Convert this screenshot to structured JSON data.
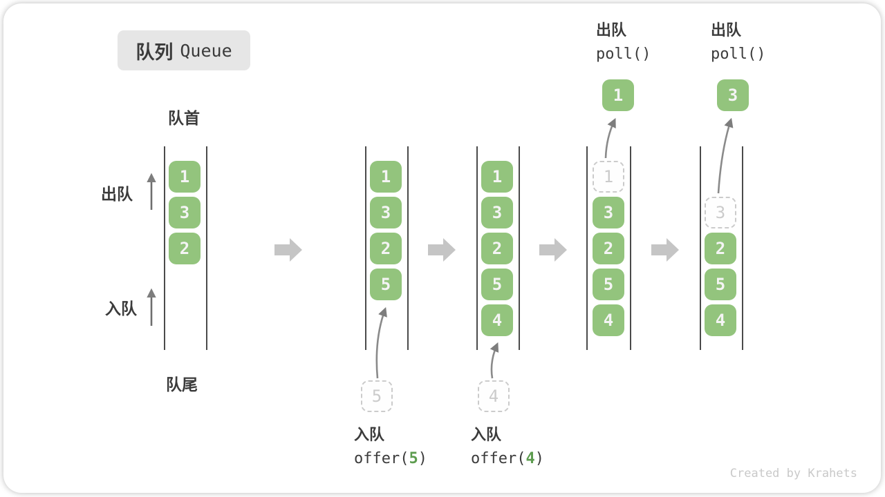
{
  "title": {
    "zh": "队列",
    "en": "Queue"
  },
  "labels": {
    "front": "队首",
    "rear": "队尾",
    "dequeue": "出队",
    "enqueue": "入队"
  },
  "watermark": "Created by Krahets",
  "colors": {
    "box_green": "#93c47d",
    "box_text": "#f4f4f4",
    "dashed_border": "#cbcbcb",
    "block_arrow": "#c5c5c5",
    "thin_arrow": "#7d7d7d",
    "channel_line": "#4a4a4a",
    "badge_bg": "#e6e6e6",
    "text_dark": "#3b3b3b",
    "code_green": "#5d9c4f",
    "watermark_gray": "#c9c9c9"
  },
  "states": [
    {
      "slots": [
        {
          "value": "1",
          "variant": "solid"
        },
        {
          "value": "3",
          "variant": "solid"
        },
        {
          "value": "2",
          "variant": "solid"
        }
      ]
    },
    {
      "slots": [
        {
          "value": "1",
          "variant": "solid"
        },
        {
          "value": "3",
          "variant": "solid"
        },
        {
          "value": "2",
          "variant": "solid"
        },
        {
          "value": "5",
          "variant": "solid"
        }
      ],
      "op": {
        "kind": "enqueue",
        "label": "入队",
        "code_fn": "offer(",
        "code_arg": "5",
        "code_close": ")",
        "staged_value": "5"
      }
    },
    {
      "slots": [
        {
          "value": "1",
          "variant": "solid"
        },
        {
          "value": "3",
          "variant": "solid"
        },
        {
          "value": "2",
          "variant": "solid"
        },
        {
          "value": "5",
          "variant": "solid"
        },
        {
          "value": "4",
          "variant": "solid"
        }
      ],
      "op": {
        "kind": "enqueue",
        "label": "入队",
        "code_fn": "offer(",
        "code_arg": "4",
        "code_close": ")",
        "staged_value": "4"
      }
    },
    {
      "slots": [
        {
          "value": "1",
          "variant": "dashed"
        },
        {
          "value": "3",
          "variant": "solid"
        },
        {
          "value": "2",
          "variant": "solid"
        },
        {
          "value": "5",
          "variant": "solid"
        },
        {
          "value": "4",
          "variant": "solid"
        }
      ],
      "op": {
        "kind": "dequeue",
        "label": "出队",
        "code_fn": "poll()",
        "extracted_value": "1"
      }
    },
    {
      "slots": [
        {
          "value": "",
          "variant": "empty"
        },
        {
          "value": "3",
          "variant": "dashed"
        },
        {
          "value": "2",
          "variant": "solid"
        },
        {
          "value": "5",
          "variant": "solid"
        },
        {
          "value": "4",
          "variant": "solid"
        }
      ],
      "op": {
        "kind": "dequeue",
        "label": "出队",
        "code_fn": "poll()",
        "extracted_value": "3"
      }
    }
  ]
}
